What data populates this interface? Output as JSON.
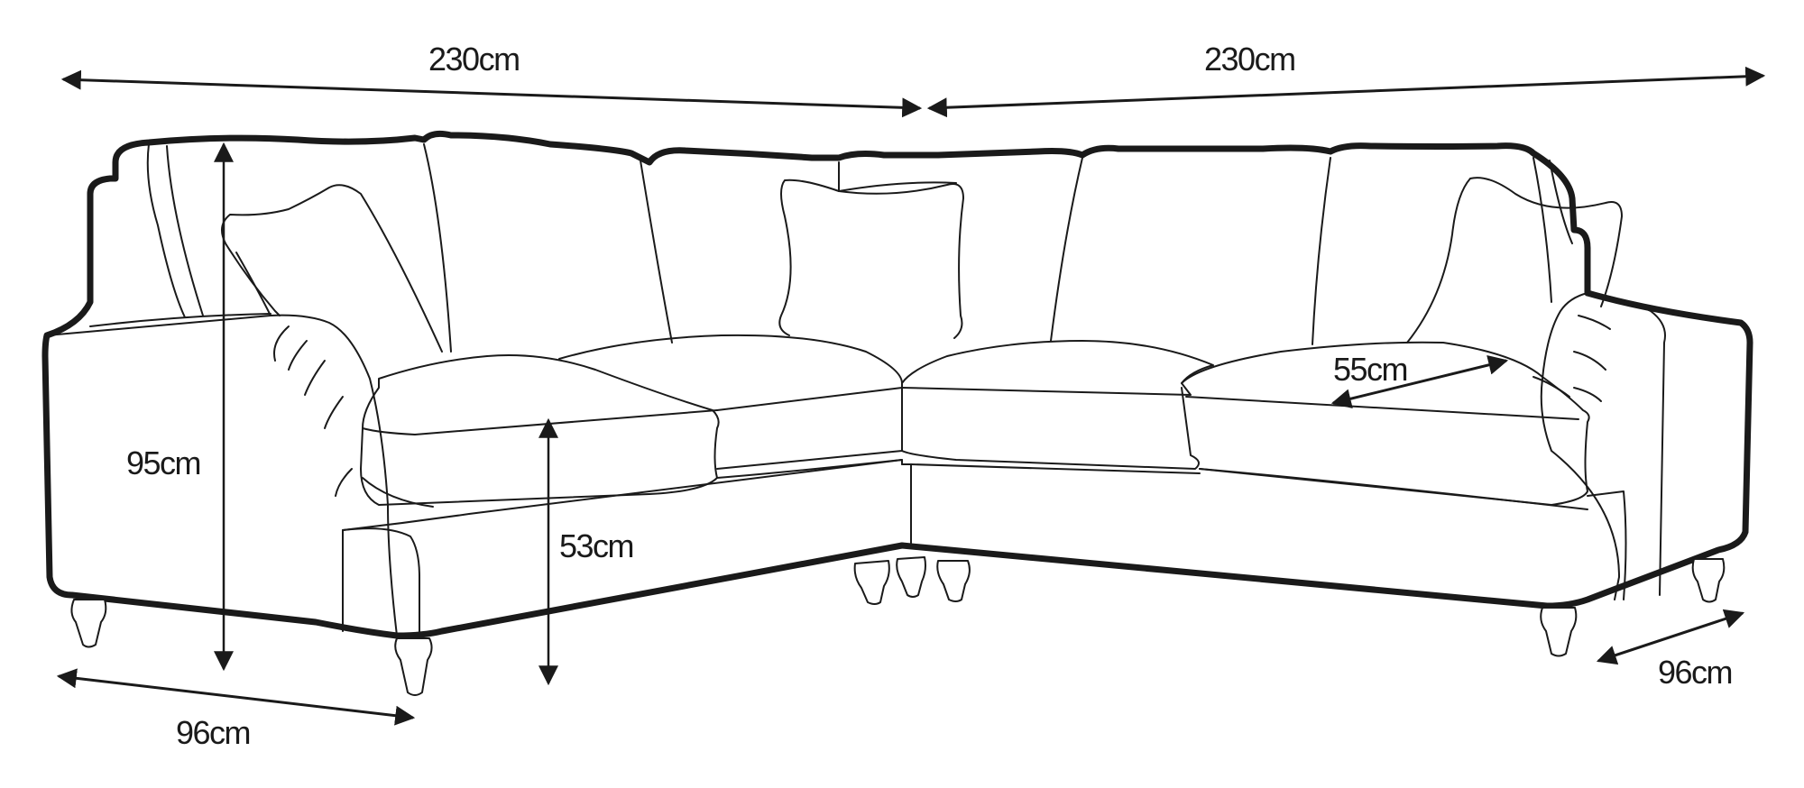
{
  "diagram": {
    "subject": "Corner sofa dimensions",
    "stroke_color": "#1a1a1a",
    "background": "#ffffff",
    "dimensions": {
      "left_width": {
        "label": "230cm",
        "value": 230,
        "unit": "cm"
      },
      "right_width": {
        "label": "230cm",
        "value": 230,
        "unit": "cm"
      },
      "overall_height": {
        "label": "95cm",
        "value": 95,
        "unit": "cm"
      },
      "seat_height": {
        "label": "53cm",
        "value": 53,
        "unit": "cm"
      },
      "seat_depth": {
        "label": "55cm",
        "value": 55,
        "unit": "cm"
      },
      "left_depth": {
        "label": "96cm",
        "value": 96,
        "unit": "cm"
      },
      "right_depth": {
        "label": "96cm",
        "value": 96,
        "unit": "cm"
      }
    }
  }
}
